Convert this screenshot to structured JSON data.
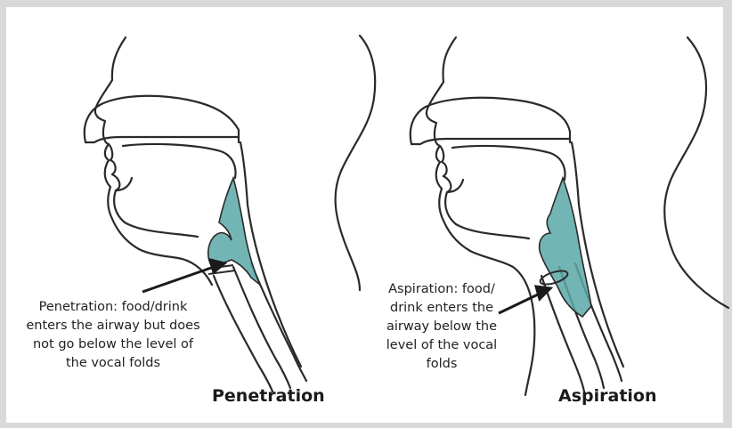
{
  "panels": [
    {
      "heading": "Penetration",
      "caption_lines": [
        "Penetration: food/drink",
        "enters the airway but does",
        "not go below the level of",
        "the vocal folds"
      ]
    },
    {
      "heading": "Aspiration",
      "caption_lines": [
        "Aspiration: food/",
        "drink enters the",
        "airway below the",
        "level of the vocal",
        "folds"
      ]
    }
  ],
  "colors": {
    "bolus": "#5aa8a8",
    "line": "#2a2a2a",
    "background": "#ffffff",
    "border": "#d9d9d9"
  }
}
